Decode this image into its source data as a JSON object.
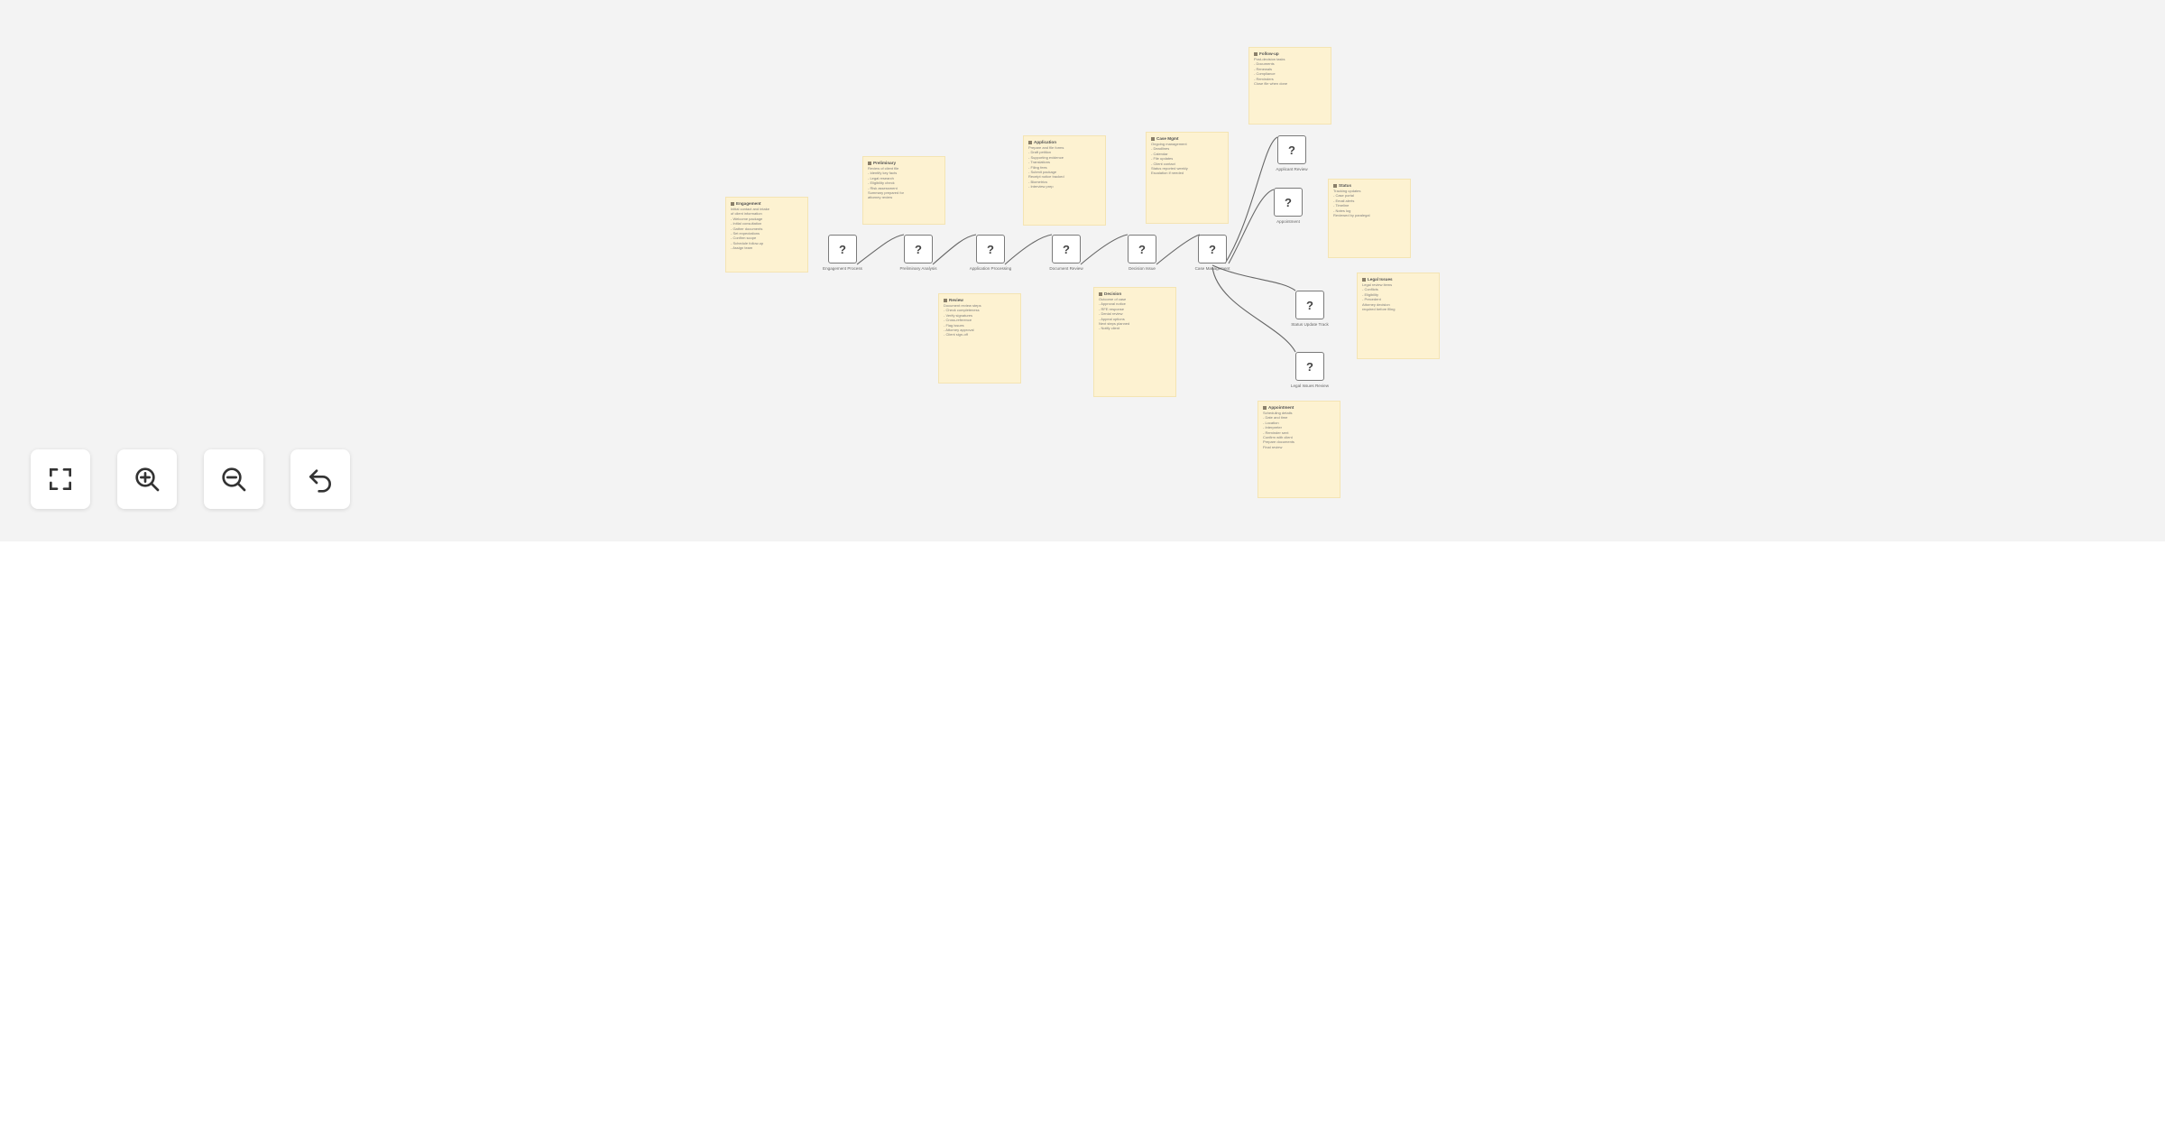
{
  "nodes": [
    {
      "id": "n1",
      "icon": "?",
      "label": "Engagement Process"
    },
    {
      "id": "n2",
      "icon": "?",
      "label": "Preliminary Analysis"
    },
    {
      "id": "n3",
      "icon": "?",
      "label": "Application Processing"
    },
    {
      "id": "n4",
      "icon": "?",
      "label": "Document Review"
    },
    {
      "id": "n5",
      "icon": "?",
      "label": "Decision Issue"
    },
    {
      "id": "n6",
      "icon": "?",
      "label": "Case Management"
    },
    {
      "id": "n7",
      "icon": "?",
      "label": "Applicant Review"
    },
    {
      "id": "n8",
      "icon": "?",
      "label": "Appointment"
    },
    {
      "id": "n9",
      "icon": "?",
      "label": "Status Update Track"
    },
    {
      "id": "n10",
      "icon": "?",
      "label": "Legal Issues Review"
    }
  ],
  "notes": [
    {
      "id": "note-1",
      "title": "Engagement",
      "lines": [
        "Initial contact and intake",
        "of client information",
        "- Welcome package",
        "- Initial consultation",
        "- Gather documents",
        "- Set expectations",
        "- Confirm scope",
        "- Schedule follow-up",
        "- Assign team"
      ]
    },
    {
      "id": "note-2",
      "title": "Preliminary",
      "lines": [
        "Review of client file",
        "- Identify key facts",
        "- Legal research",
        "- Eligibility check",
        "- Risk assessment",
        "Summary prepared for",
        "attorney review"
      ]
    },
    {
      "id": "note-3",
      "title": "Application",
      "lines": [
        "Prepare and file forms",
        "- Draft petition",
        "- Supporting evidence",
        "- Translations",
        "- Filing fees",
        "- Submit package",
        "Receipt notice tracked",
        "- Biometrics",
        "- Interview prep"
      ]
    },
    {
      "id": "note-4",
      "title": "Review",
      "lines": [
        "Document review steps",
        "- Check completeness",
        "- Verify signatures",
        "- Cross-reference",
        "- Flag issues",
        "- Attorney approval",
        "- Client sign-off"
      ]
    },
    {
      "id": "note-5",
      "title": "Decision",
      "lines": [
        "Outcome of case",
        "- Approval notice",
        "- RFE response",
        "- Denial review",
        "- Appeal options",
        "Next steps planned",
        "- Notify client"
      ]
    },
    {
      "id": "note-6",
      "title": "Case Mgmt",
      "lines": [
        "Ongoing management",
        "- Deadlines",
        "- Calendar",
        "- File updates",
        "- Client contact",
        "Status reported weekly",
        "Escalation if needed"
      ]
    },
    {
      "id": "note-7",
      "title": "Follow-up",
      "lines": [
        "Post-decision tasks",
        "- Documents",
        "- Renewals",
        "- Compliance",
        "- Reminders",
        "Close file when done"
      ]
    },
    {
      "id": "note-8",
      "title": "Status",
      "lines": [
        "Tracking updates",
        "- Case portal",
        "- Email alerts",
        "- Timeline",
        "- Notes log",
        "Reviewed by paralegal"
      ]
    },
    {
      "id": "note-9",
      "title": "Legal Issues",
      "lines": [
        "Legal review items",
        "- Conflicts",
        "- Eligibility",
        "- Precedent",
        "Attorney decision",
        "required before filing"
      ]
    },
    {
      "id": "note-10",
      "title": "Appointment",
      "lines": [
        "Scheduling details",
        "- Date and time",
        "- Location",
        "- Interpreter",
        "- Reminder sent",
        "Confirm with client",
        "Prepare documents",
        "Final review"
      ]
    }
  ],
  "controls": {
    "fit": "fit-view",
    "zoom_in": "zoom-in",
    "zoom_out": "zoom-out",
    "undo": "undo"
  }
}
